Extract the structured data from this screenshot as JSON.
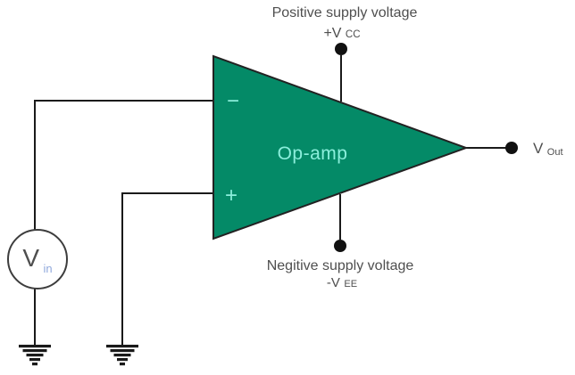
{
  "diagram": {
    "background": "#ffffff",
    "opamp": {
      "label": "Op-amp",
      "inverting_symbol": "−",
      "noninverting_symbol": "+",
      "fill": "#048a67",
      "accent_text_color": "#8beedb"
    },
    "supplies": {
      "positive": {
        "caption": "Positive supply voltage",
        "main": "+V",
        "sub": "CC"
      },
      "negative": {
        "caption": "Negitive supply voltage",
        "main": "-V",
        "sub": "EE"
      }
    },
    "output": {
      "main": "V",
      "sub": "Out"
    },
    "input_source": {
      "main": "V",
      "sub": "in",
      "sub_color": "#91a9dc"
    },
    "colors": {
      "wire": "#1a1a1a",
      "label_text": "#4f4f4f",
      "terminal_dot": "#111111",
      "component_stroke": "#2a2a2a"
    }
  }
}
